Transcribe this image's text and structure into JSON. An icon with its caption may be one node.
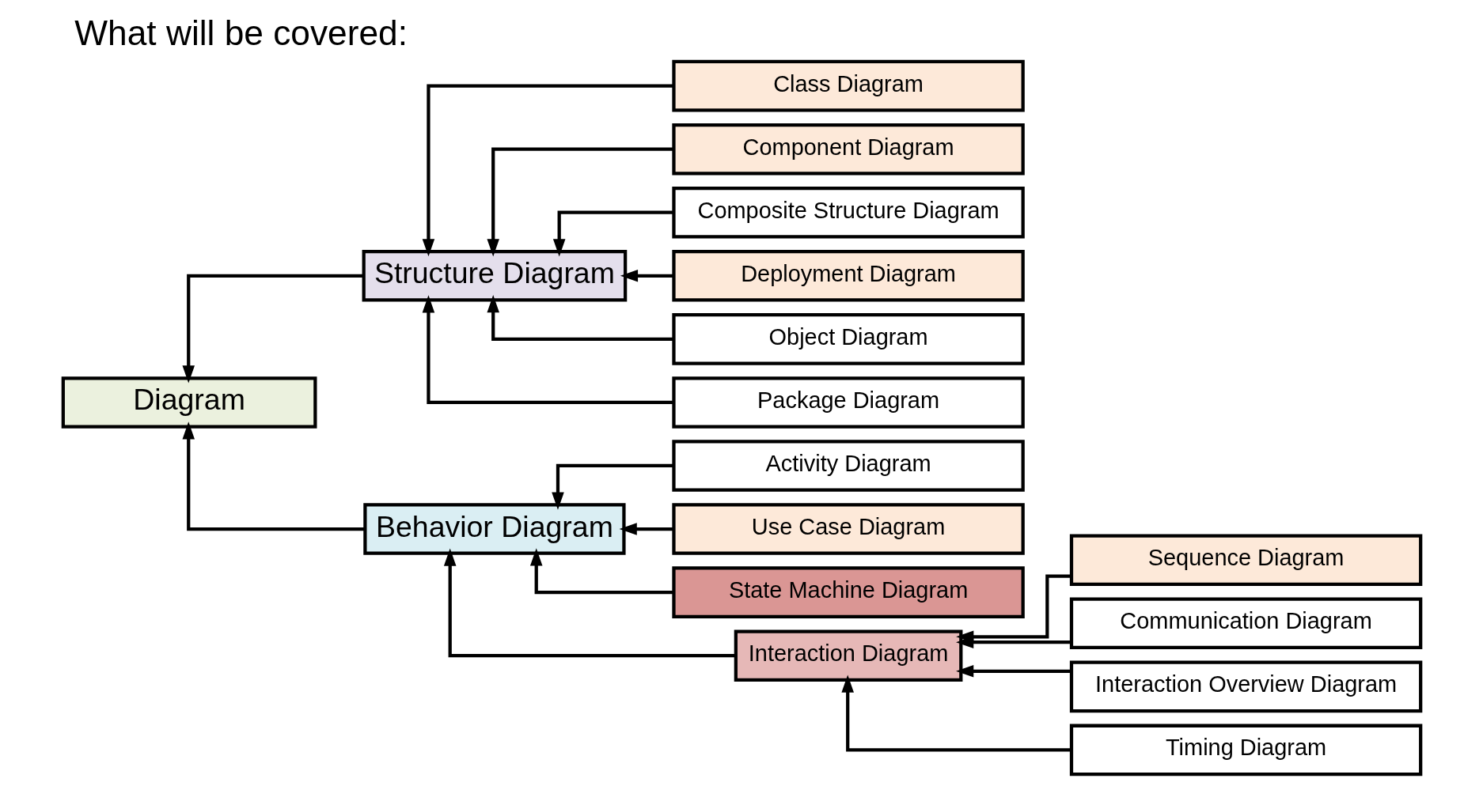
{
  "diagram": {
    "title": "What will be covered:",
    "nodes": [
      {
        "text": [
          "Diagram"
        ]
      },
      {
        "text": [
          "Structure Diagram"
        ]
      },
      {
        "text": [
          "Behavior Diagram"
        ]
      },
      {
        "text": [
          "Class Diagram"
        ]
      },
      {
        "text": [
          "Component Diagram"
        ]
      },
      {
        "text": [
          "Composite Structure Diagram"
        ]
      },
      {
        "text": [
          "Deployment Diagram"
        ]
      },
      {
        "text": [
          "Object Diagram"
        ]
      },
      {
        "text": [
          "Package Diagram"
        ]
      },
      {
        "text": [
          "Activity Diagram"
        ]
      },
      {
        "text": [
          "Use Case Diagram"
        ]
      },
      {
        "text": [
          "State Machine Diagram"
        ]
      },
      {
        "text": [
          "Interaction Diagram"
        ]
      },
      {
        "text": [
          "Sequence Diagram"
        ]
      },
      {
        "text": [
          "Communication Diagram"
        ]
      },
      {
        "text": [
          "Interaction Overview Diagram"
        ]
      },
      {
        "text": [
          "Timing Diagram"
        ]
      }
    ],
    "edges": [
      {
        "from": 1,
        "to": 0,
        "arrow": "to"
      },
      {
        "from": 2,
        "to": 0,
        "arrow": "to"
      },
      {
        "from": 3,
        "to": 1,
        "arrow": "to"
      },
      {
        "from": 4,
        "to": 1,
        "arrow": "to"
      },
      {
        "from": 5,
        "to": 1,
        "arrow": "to"
      },
      {
        "from": 6,
        "to": 1,
        "arrow": "to"
      },
      {
        "from": 7,
        "to": 1,
        "arrow": "to"
      },
      {
        "from": 8,
        "to": 1,
        "arrow": "to"
      },
      {
        "from": 9,
        "to": 2,
        "arrow": "to"
      },
      {
        "from": 10,
        "to": 2,
        "arrow": "to"
      },
      {
        "from": 11,
        "to": 2,
        "arrow": "to"
      },
      {
        "from": 12,
        "to": 2,
        "arrow": "to"
      },
      {
        "from": 13,
        "to": 12,
        "arrow": "to"
      },
      {
        "from": 14,
        "to": 12,
        "arrow": "to"
      },
      {
        "from": 15,
        "to": 12,
        "arrow": "to"
      },
      {
        "from": 16,
        "to": 12,
        "arrow": "to"
      }
    ]
  }
}
